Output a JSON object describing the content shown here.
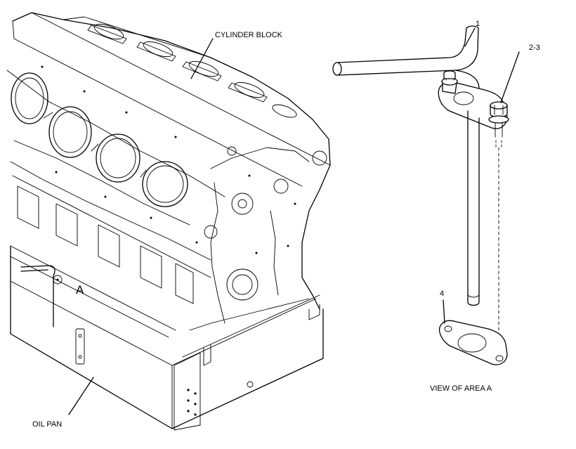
{
  "labels": {
    "cylinder_block": "CYLINDER BLOCK",
    "oil_pan": "OIL PAN",
    "area_marker": "A",
    "callout_1": "1",
    "callout_2_3": "2-3",
    "callout_4": "4",
    "view_caption": "VIEW OF AREA  A"
  }
}
